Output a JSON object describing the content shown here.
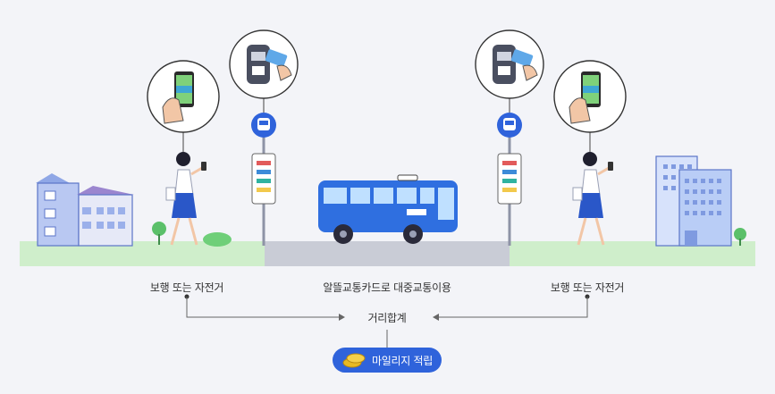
{
  "steps": {
    "left_label": "보행 또는 자전거",
    "middle_label": "알뜰교통카드로 대중교통이용",
    "right_label": "보행 또는 자전거"
  },
  "summary": {
    "distance_label": "거리합계",
    "mileage_badge": "마일리지 적립"
  },
  "icons": {
    "bus_stop": "bus-icon",
    "card_tap": "card-reader-icon",
    "phone_app": "phone-app-icon",
    "coins": "coins-icon"
  },
  "colors": {
    "accent": "#2f63db",
    "bus_body": "#2f6fe0",
    "grass": "#cfeecb",
    "road": "#c9ccd6",
    "background": "#f3f4f8"
  }
}
